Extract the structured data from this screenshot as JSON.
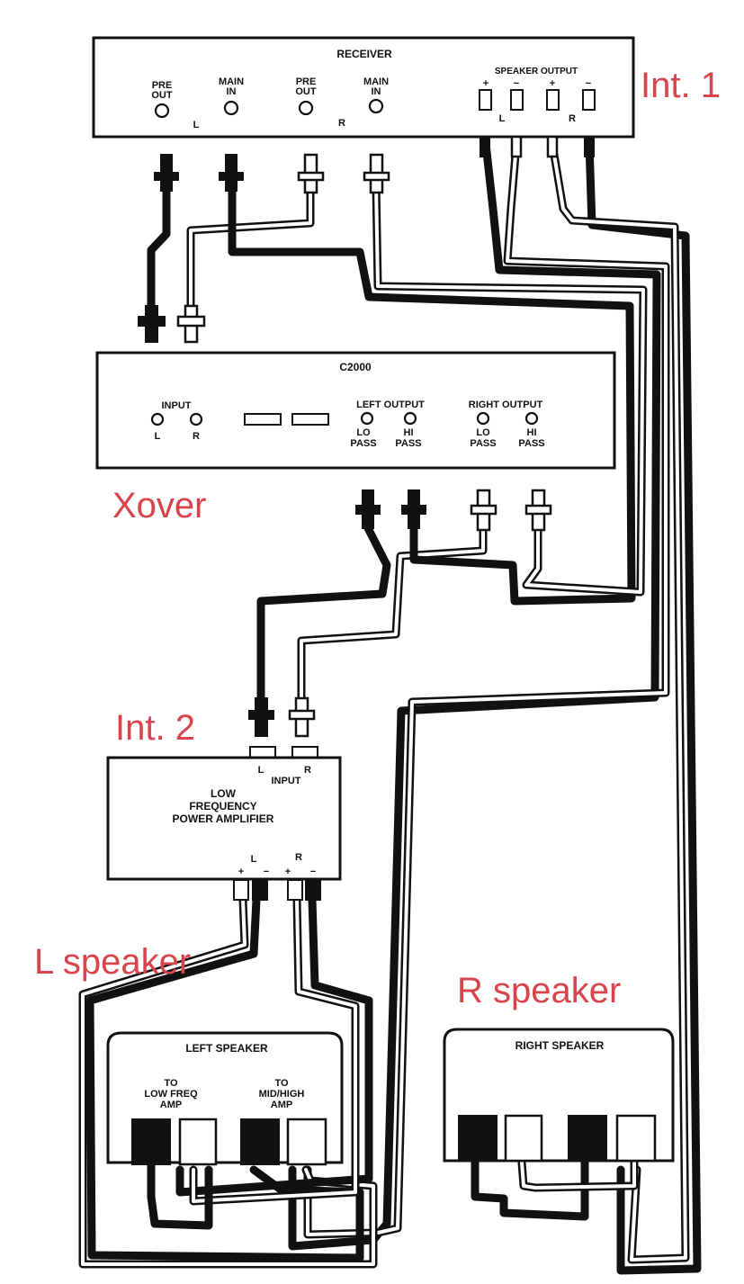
{
  "annotations": {
    "int1": "Int. 1",
    "xover": "Xover",
    "int2": "Int. 2",
    "l_speaker": "L speaker",
    "r_speaker": "R speaker"
  },
  "receiver": {
    "title": "RECEIVER",
    "pre_out": [
      "PRE",
      "OUT"
    ],
    "main_in": [
      "MAIN",
      "IN"
    ],
    "channel_left": "L",
    "channel_right": "R",
    "speaker_output": "SPEAKER OUTPUT",
    "plus": "+",
    "minus": "−"
  },
  "crossover": {
    "title": "C2000",
    "input": "INPUT",
    "input_l": "L",
    "input_r": "R",
    "left_output": "LEFT OUTPUT",
    "right_output": "RIGHT OUTPUT",
    "lo_pass": [
      "LO",
      "PASS"
    ],
    "hi_pass": [
      "HI",
      "PASS"
    ]
  },
  "amplifier": {
    "input_l": "L",
    "input_r": "R",
    "input": "INPUT",
    "title": [
      "LOW",
      "FREQUENCY",
      "POWER AMPLIFIER"
    ],
    "out_l": "L",
    "out_r": "R",
    "plus": "+",
    "minus": "−"
  },
  "left_speaker": {
    "title": "LEFT SPEAKER",
    "to_low": [
      "TO",
      "LOW FREQ",
      "AMP"
    ],
    "to_mid": [
      "TO",
      "MID/HIGH",
      "AMP"
    ]
  },
  "right_speaker": {
    "title": "RIGHT SPEAKER"
  }
}
